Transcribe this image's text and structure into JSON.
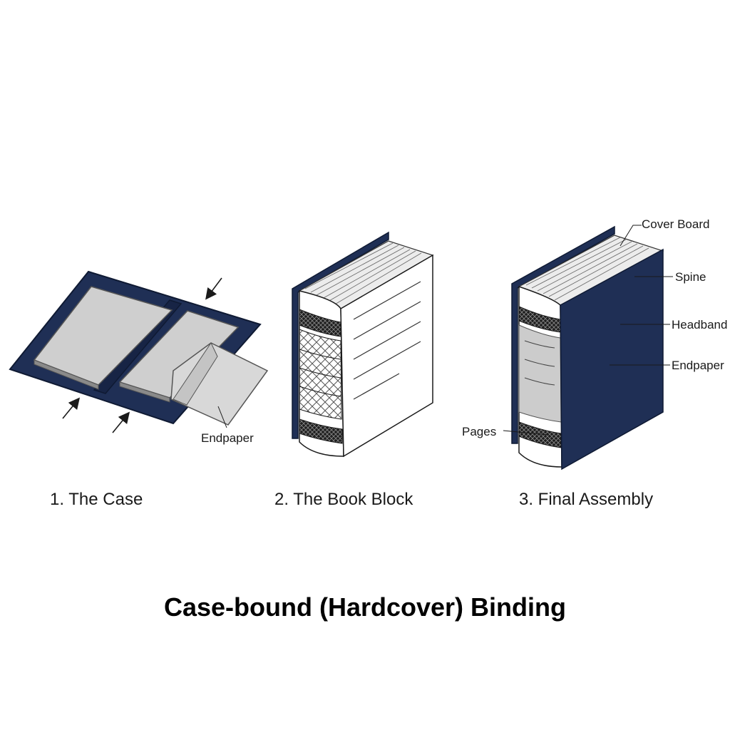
{
  "title": "Case-bound (Hardcover) Binding",
  "colors": {
    "cover": "#1f2f55",
    "board": "#cfcfcf",
    "board_edge": "#8a8a8a",
    "paper": "#ffffff",
    "line": "#1a1a1a",
    "headband": "#2b2b2b"
  },
  "panels": [
    {
      "caption": "1. The Case",
      "labels": {
        "endpaper": "Endpaper"
      }
    },
    {
      "caption": "2. The Book Block"
    },
    {
      "caption": "3. Final Assembly",
      "labels": {
        "cover_board": "Cover Board",
        "spine": "Spine",
        "headband": "Headband",
        "endpaper": "Endpaper",
        "pages": "Pages"
      }
    }
  ]
}
